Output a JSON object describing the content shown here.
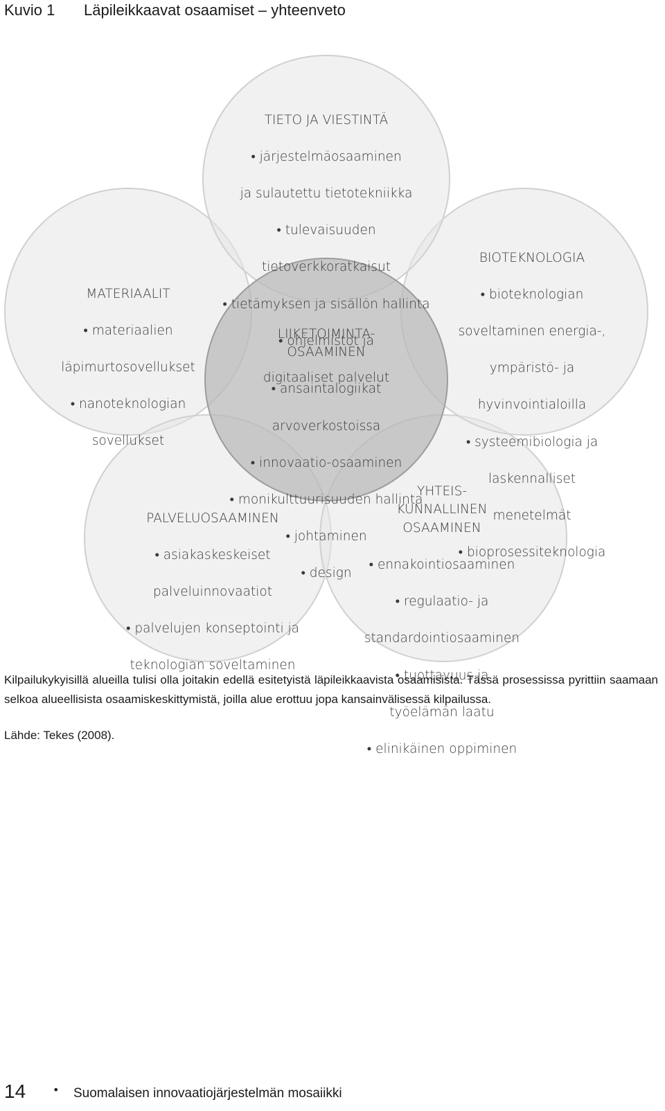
{
  "header": {
    "figure_number": "Kuvio 1",
    "title": "Läpileikkaavat osaamiset – yhteenveto"
  },
  "circles": {
    "tieto": {
      "title": "TIETO JA VIESTINTÄ",
      "lines": [
        "• järjestelmäosaaminen",
        "ja sulautettu tietotekniikka",
        "• tulevaisuuden",
        "tietoverkkoratkaisut",
        "• tietämyksen ja sisällön hallinta",
        "• ohjelmistot ja",
        "digitaaliset palvelut"
      ]
    },
    "materiaalit": {
      "title": "MATERIAALIT",
      "lines": [
        "• materiaalien",
        "läpimurtosovellukset",
        "• nanoteknologian",
        "sovellukset"
      ]
    },
    "bioteknologia": {
      "title": "BIOTEKNOLOGIA",
      "lines": [
        "• bioteknologian",
        "soveltaminen energia-,",
        "ympäristö- ja",
        "hyvinvointialoilla",
        "• systeemibiologia ja",
        "laskennalliset",
        "menetelmät",
        "• bioprosessiteknologia"
      ]
    },
    "liiketoiminta": {
      "title": "LIIKETOIMINTA-\nOSAAMINEN",
      "lines": [
        "• ansaintalogiikat",
        "arvoverkostoissa",
        "• innovaatio-osaaminen",
        "• monikulttuurisuuden hallinta",
        "• johtaminen",
        "• design"
      ]
    },
    "palvelu": {
      "title": "PALVELUOSAAMINEN",
      "lines": [
        "• asiakaskeskeiset",
        "palveluinnovaatiot",
        "• palvelujen konseptointi ja",
        "teknologian soveltaminen"
      ]
    },
    "yhteiskunnallinen": {
      "title": "YHTEIS-\nKUNNALLINEN\nOSAAMINEN",
      "lines": [
        "• ennakointiosaaminen",
        "• regulaatio- ja",
        "standardointiosaaminen",
        "• tuottavuus ja",
        "työelämän laatu",
        "• elinikäinen oppiminen"
      ]
    }
  },
  "caption": "Kilpailukykyisillä alueilla tulisi olla joitakin edellä esitetyistä läpileikkaavista osaamisista. Tässä prosessissa pyrittiin saamaan selkoa alueellisista osaamiskeskittymistä, joilla alue erottuu jopa kansainvälisessä kilpailussa.",
  "source": "Lähde: Tekes (2008).",
  "footer": {
    "page_number": "14",
    "separator": "•",
    "publication_title": "Suomalaisen innovaatiojärjestelmän mosaiikki"
  },
  "colors": {
    "outer_circle_fill": "#e6e6e6",
    "outer_circle_stroke": "#d0d0d0",
    "center_circle_fill": "#b9b9b9",
    "center_circle_stroke": "#9c9c9c",
    "text": "#3a3a3a"
  }
}
